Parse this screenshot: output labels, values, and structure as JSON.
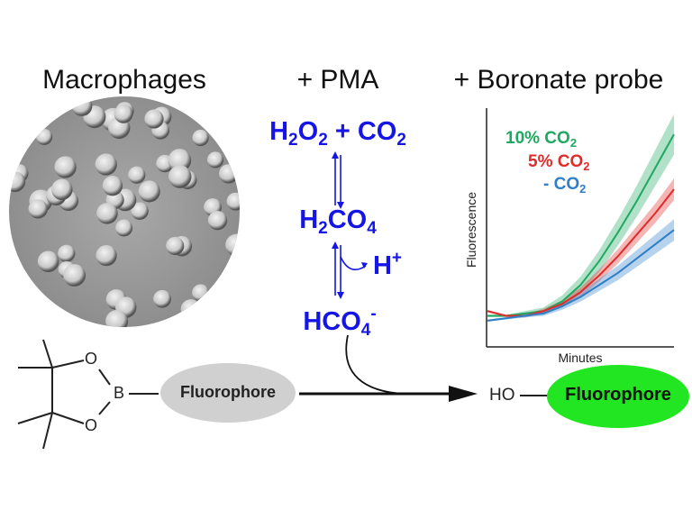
{
  "headers": {
    "macrophages": "Macrophages",
    "pma": "+ PMA",
    "probe": "+ Boronate probe"
  },
  "chemistry": {
    "h2o2": "H",
    "h2o2_sub1": "2",
    "h2o2_o": "O",
    "h2o2_sub2": "2",
    "plus": " + CO",
    "co2_sub": "2",
    "h2co4": "H",
    "h2co4_sub1": "2",
    "h2co4_co": "CO",
    "h2co4_sub2": "4",
    "hplus": "H",
    "hplus_sup": "+",
    "hco4": "HCO",
    "hco4_sub": "4",
    "hco4_sup": "-"
  },
  "probe": {
    "boron": "B",
    "oxygen_top": "O",
    "oxygen_bottom": "O",
    "fluorophore_left": "Fluorophore",
    "ho": "HO",
    "fluorophore_right": "Fluorophore"
  },
  "colors": {
    "blue_text": "#1515e6",
    "green": "#1fa860",
    "red": "#e02b2b",
    "blue": "#2f7fc8",
    "gray_ellipse": "#d0d0d0",
    "green_ellipse": "#22e622"
  },
  "chart_data": {
    "type": "line",
    "title": "",
    "xlabel": "Minutes",
    "ylabel": "Fluorescence",
    "xlim": [
      0,
      100
    ],
    "ylim": [
      0,
      100
    ],
    "x": [
      0,
      10,
      20,
      30,
      40,
      50,
      60,
      70,
      80,
      90,
      100
    ],
    "series": [
      {
        "name": "10% CO",
        "sub": "2",
        "color": "#1fa860",
        "values": [
          13,
          13,
          14,
          15,
          19,
          26,
          36,
          48,
          61,
          75,
          89
        ],
        "error": [
          0.5,
          0.5,
          1,
          1.5,
          2.5,
          3.5,
          4.5,
          5.5,
          6.5,
          7.5,
          8.5
        ]
      },
      {
        "name": "5% CO",
        "sub": "2",
        "color": "#e02b2b",
        "values": [
          15,
          13,
          13,
          15,
          18,
          23,
          30,
          38,
          47,
          56,
          66
        ],
        "error": [
          0.5,
          0.5,
          0.7,
          1,
          1.5,
          2,
          2.5,
          3,
          3.5,
          4,
          4.5
        ]
      },
      {
        "name": "- CO",
        "sub": "2",
        "color": "#2f7fc8",
        "values": [
          11,
          12,
          13,
          14,
          17,
          21,
          26,
          31,
          37,
          43,
          49
        ],
        "error": [
          0.5,
          0.5,
          0.7,
          1,
          1.5,
          2,
          2.5,
          3,
          3.5,
          4,
          4.5
        ]
      }
    ]
  }
}
